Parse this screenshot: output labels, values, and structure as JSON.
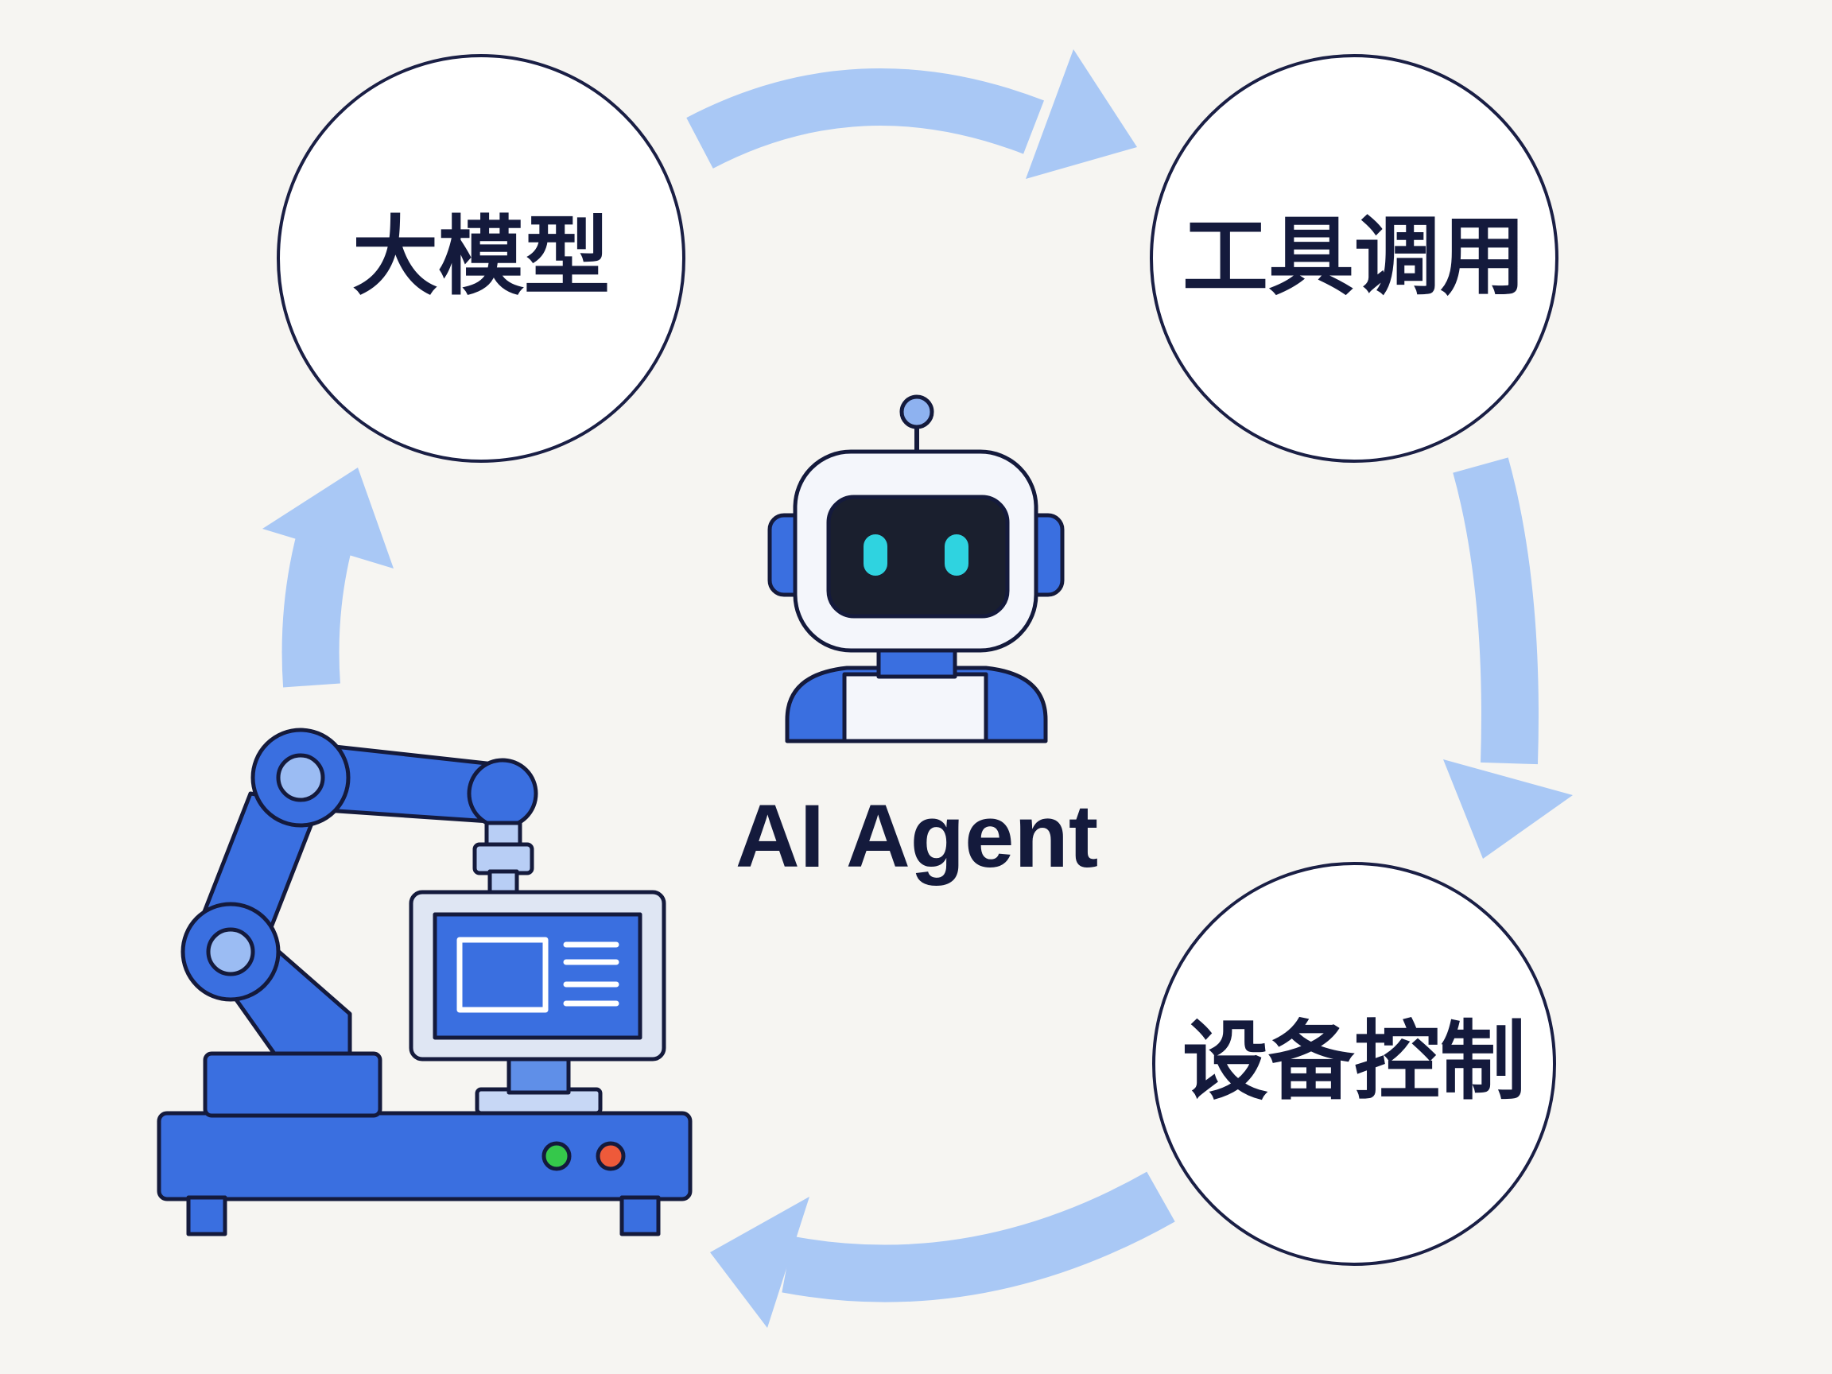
{
  "nodes": {
    "large_model": "大模型",
    "tool_calling": "工具调用",
    "device_control": "设备控制"
  },
  "center_label": "AI Agent",
  "colors": {
    "background": "#f6f5f2",
    "arrow": "#a9c8f5",
    "circle_stroke": "#1a1f45",
    "text": "#141a3c",
    "robot_blue": "#3a6fe0",
    "robot_eye": "#2fd3e0",
    "panel_dark": "#1a1f2e",
    "indicator_green": "#35c84b",
    "indicator_red": "#ee5a3a"
  },
  "icons": [
    "robot-icon",
    "robotic-arm-icon",
    "control-monitor-icon"
  ]
}
